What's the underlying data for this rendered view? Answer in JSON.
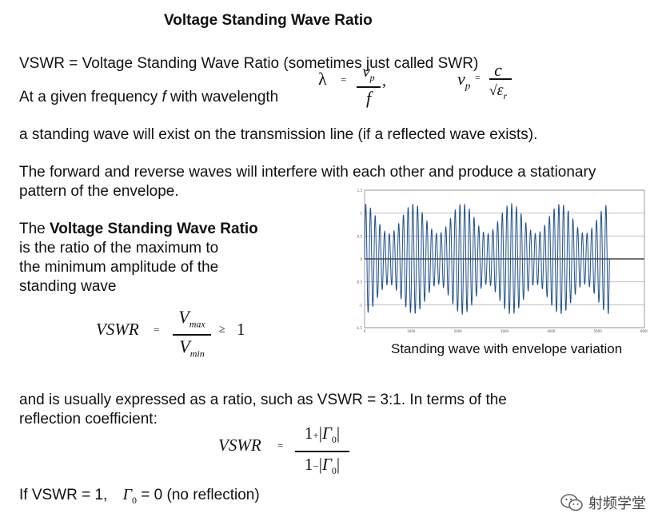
{
  "title": "Voltage Standing Wave Ratio",
  "para": {
    "vswr_def": "VSWR = Voltage Standing Wave Ratio  (sometimes just called SWR)",
    "given_pre": "At a given frequency ",
    "given_f": "f",
    "given_post": " with wavelength",
    "standing": "a standing wave will exist on the transmission line (if a reflected wave exists).",
    "interfere_1": "The forward and reverse waves will interfere with each other and produce a stationary",
    "interfere_2": "pattern of the envelope.",
    "ratio_the": "The ",
    "ratio_bold": "Voltage Standing Wave Ratio",
    "ratio_2": "is the ratio of the maximum to",
    "ratio_3": "the minimum amplitude of the",
    "ratio_4": "standing wave",
    "expressed_1": "and is usually expressed as a ratio, such as VSWR = 3:1.   In terms of the",
    "expressed_2": "reflection coefficient:",
    "if_prefix": "If VSWR = 1,",
    "if_suffix": "= 0  (no reflection)"
  },
  "eq_lambda": {
    "lhs": "λ",
    "eq": "=",
    "num": "v",
    "num_sub": "p",
    "den": "f",
    "comma": ","
  },
  "eq_vp": {
    "lhs": "v",
    "lhs_sub": "p",
    "eq": "=",
    "num": "c",
    "den": "ε",
    "den_sub": "r"
  },
  "eq_vswr1": {
    "lhs": "VSWR",
    "eq": "=",
    "num": "V",
    "num_sub": "max",
    "den": "V",
    "den_sub": "min",
    "rel": "≥",
    "rhs": "1"
  },
  "eq_vswr2": {
    "lhs": "VSWR",
    "eq": "=",
    "num_a": "1",
    "num_op": "+",
    "den_a": "1",
    "den_op": "−",
    "gamma": "Γ",
    "gamma_sub": "0"
  },
  "eq_gamma": {
    "sym": "Γ",
    "sub": "0"
  },
  "chart_caption": "Standing wave with envelope variation",
  "chart_data": {
    "type": "line",
    "title": "",
    "xlabel": "",
    "ylabel": "",
    "ylim": [
      -1.5,
      1.5
    ],
    "xlim": [
      0,
      6000
    ],
    "y_ticks": [
      -1.5,
      -1,
      -0.5,
      0,
      0.5,
      1,
      1.5
    ],
    "x_ticks": [
      0,
      1000,
      2000,
      3000,
      4000,
      5000,
      6000
    ],
    "grid": "horizontal",
    "series": [
      {
        "x_end": 5250,
        "cycles": 52,
        "envelope_max": 1.2,
        "envelope_min": 0.55,
        "envelope_periods": 5,
        "color": "#1f4e8c"
      }
    ]
  },
  "watermark": {
    "icon": "wechat-icon",
    "text": "射频学堂"
  }
}
